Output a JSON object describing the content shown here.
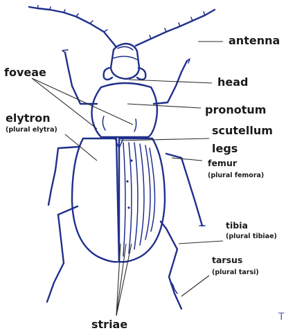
{
  "labels": {
    "antenna": "antenna",
    "head": "head",
    "pronotum": "pronotum",
    "scutellum": "scutellum",
    "legs": "legs",
    "femur": "femur",
    "femur_plural": "(plural femora)",
    "tibia": "tibia",
    "tibia_plural": "(plural tibiae)",
    "tarsus": "tarsus",
    "tarsus_plural": "(plural tarsi)",
    "foveae": "foveae",
    "elytron": "elytron",
    "elytron_plural": "(plural elytra)",
    "striae": "striae"
  },
  "corner_mark": "T",
  "colors": {
    "ink": "#1f2f8a",
    "label": "#1a1a1a",
    "leader": "#2a2a2a"
  }
}
